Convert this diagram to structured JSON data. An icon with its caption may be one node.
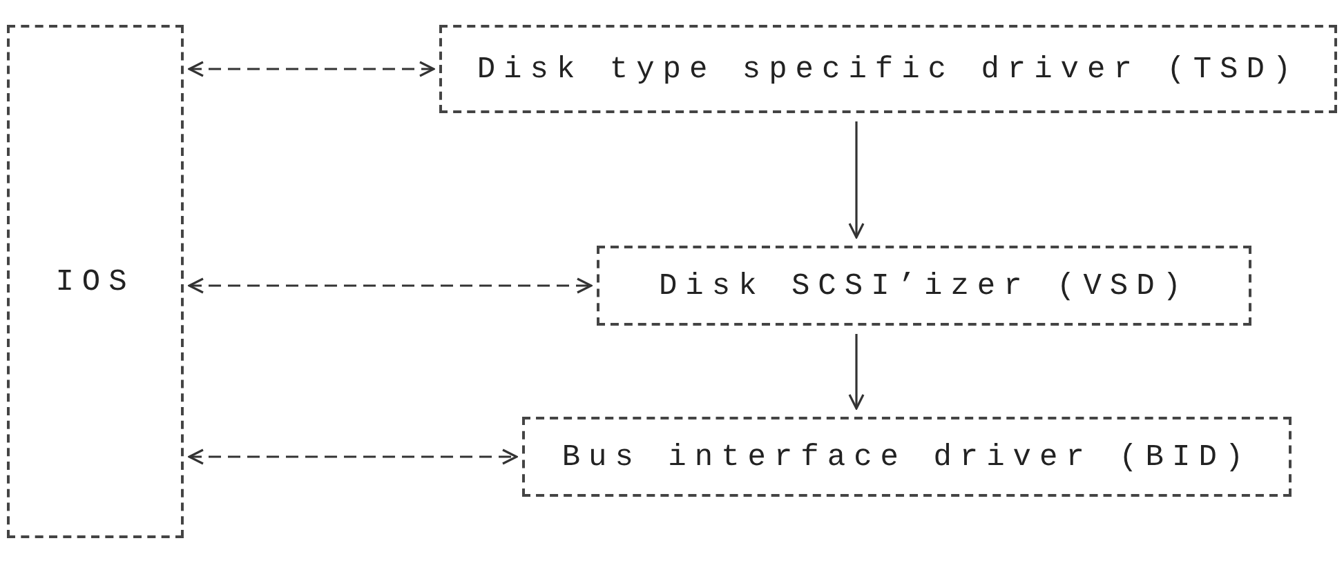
{
  "diagram": {
    "nodes": [
      {
        "text": [
          "IOS"
        ]
      },
      {
        "text": [
          "Disk type specific driver (TSD)"
        ]
      },
      {
        "text": [
          "Disk SCSI’izer (VSD)"
        ]
      },
      {
        "text": [
          "Bus interface driver (BID)"
        ]
      }
    ],
    "edges": [
      {
        "from": 0,
        "to": 1,
        "arrow": "both",
        "style": "dashed"
      },
      {
        "from": 0,
        "to": 2,
        "arrow": "both",
        "style": "dashed"
      },
      {
        "from": 0,
        "to": 3,
        "arrow": "both",
        "style": "dashed"
      },
      {
        "from": 1,
        "to": 2,
        "arrow": "to"
      },
      {
        "from": 2,
        "to": 3,
        "arrow": "to"
      }
    ]
  }
}
